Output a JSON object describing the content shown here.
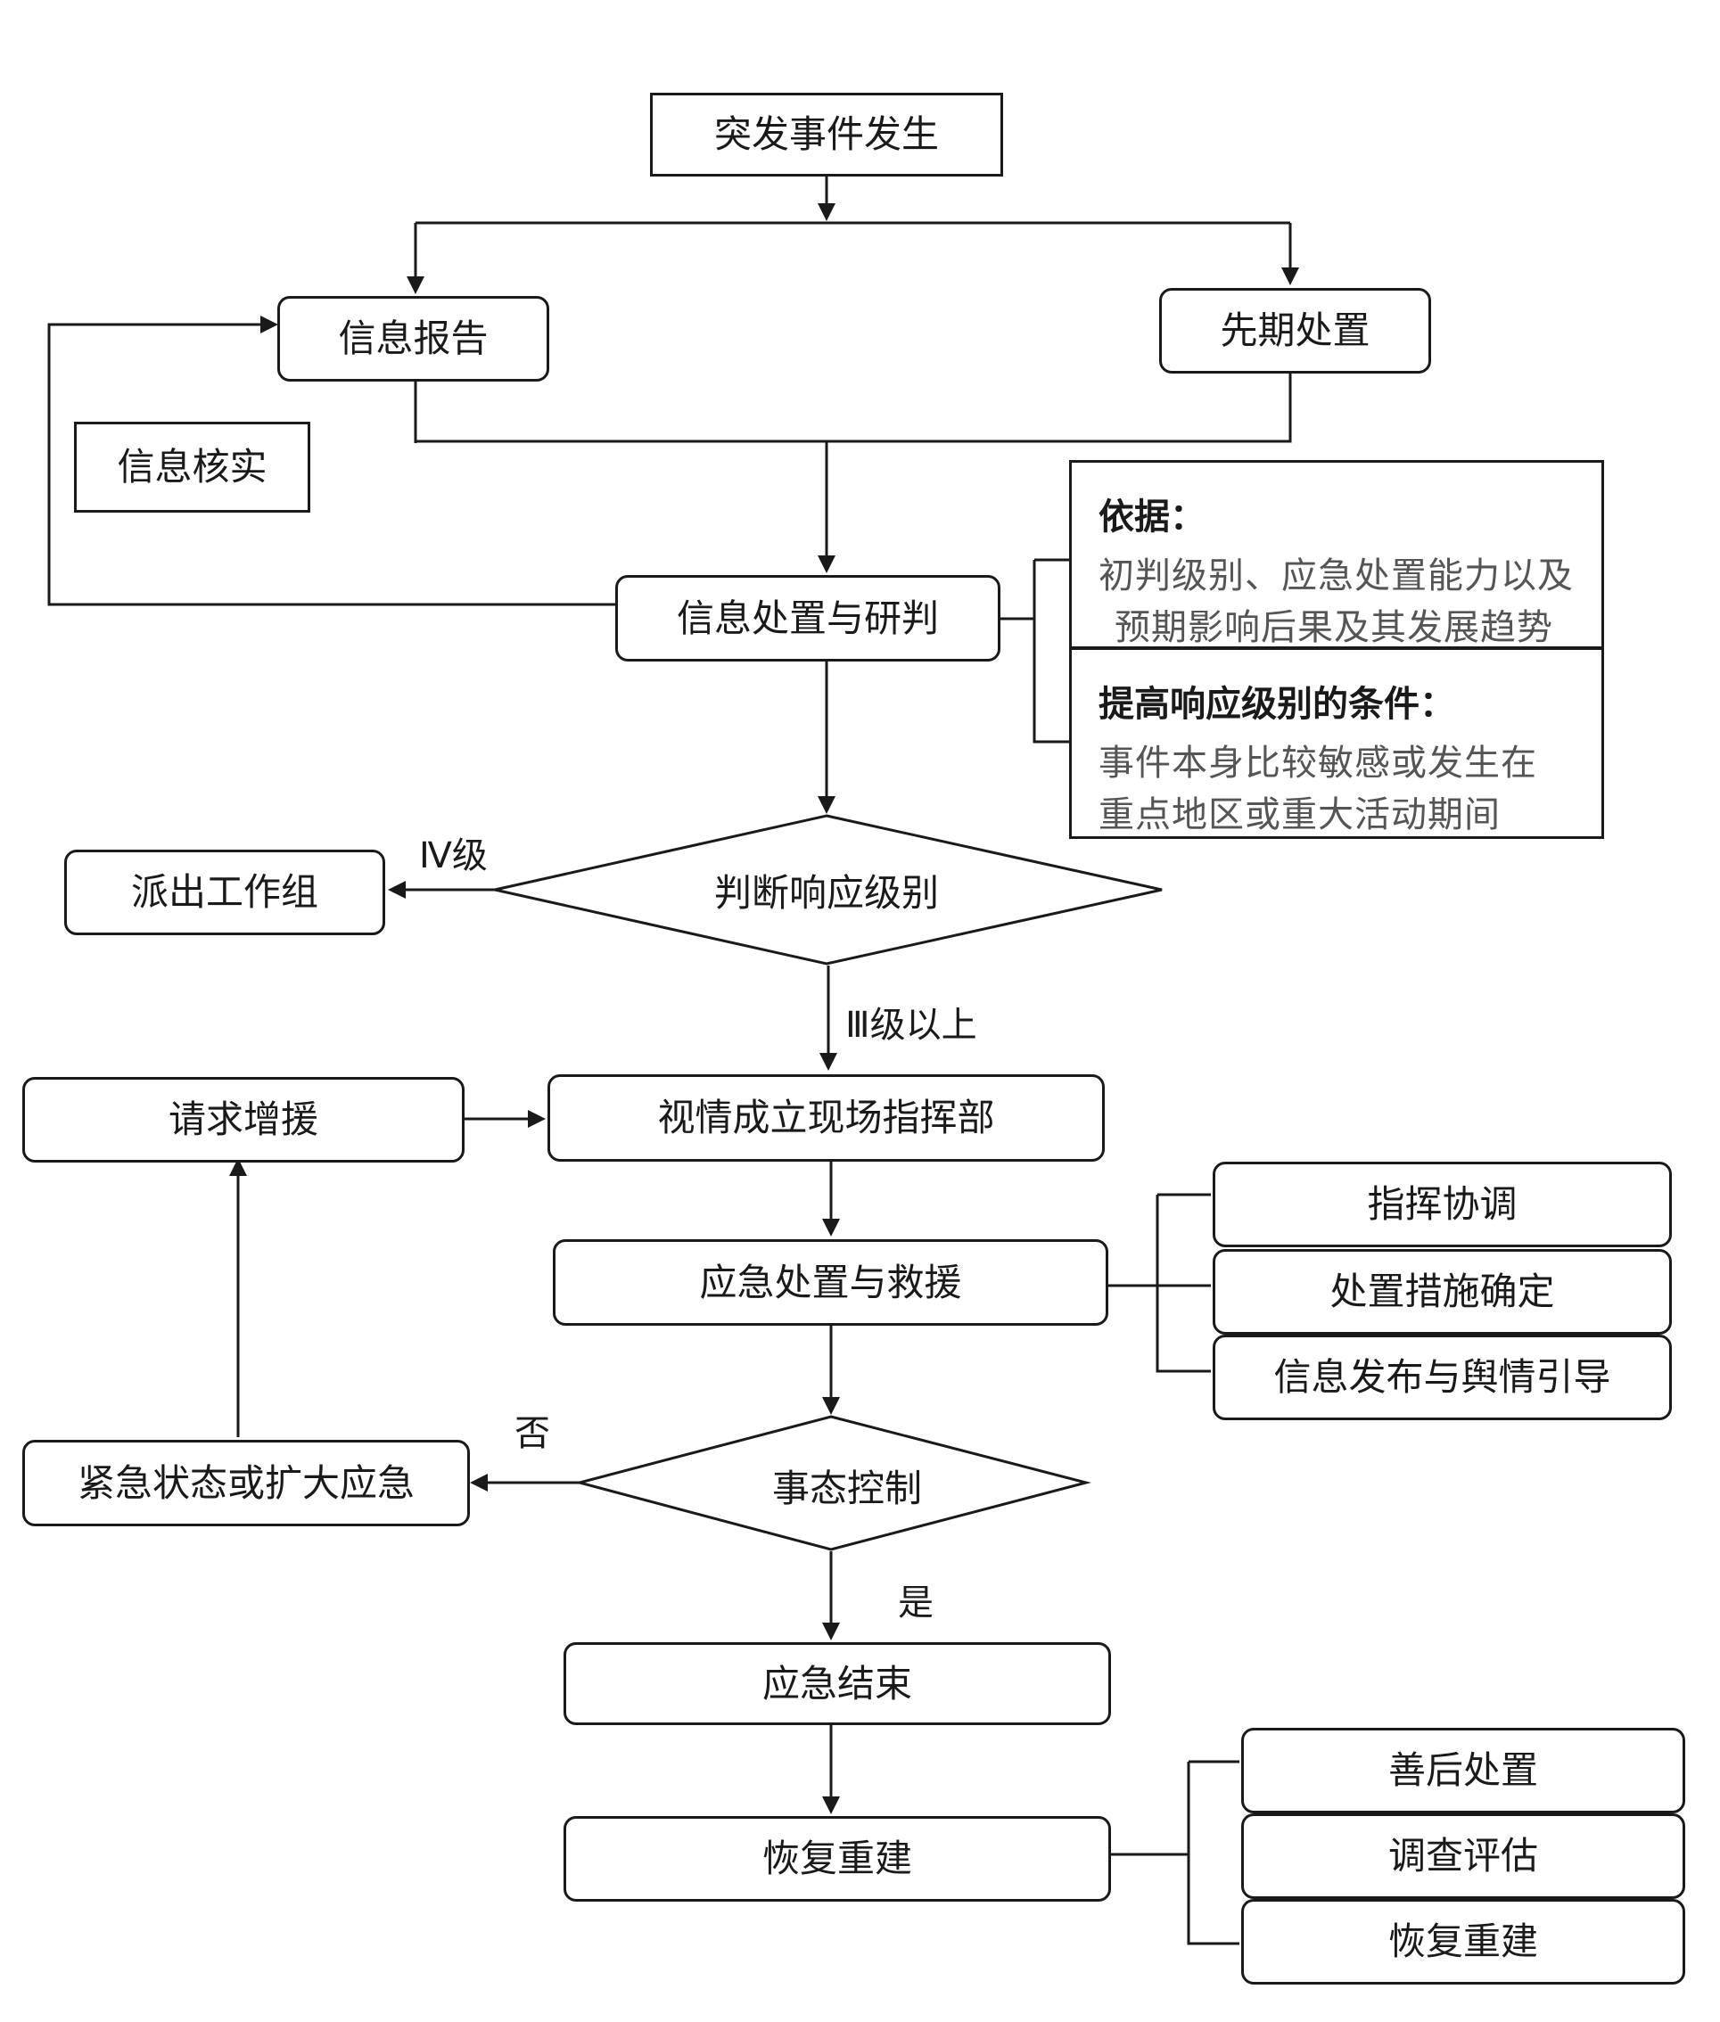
{
  "nodes": {
    "event_occurs": "突发事件发生",
    "info_report": "信息报告",
    "initial_handling": "先期处置",
    "info_verification": "信息核实",
    "info_processing": "信息处置与研判",
    "judge_level": "判断响应级别",
    "dispatch_team": "派出工作组",
    "setup_command": "视情成立现场指挥部",
    "request_support": "请求增援",
    "emergency_rescue": "应急处置与救援",
    "command_coordination": "指挥协调",
    "measures_determination": "处置措施确定",
    "info_release": "信息发布与舆情引导",
    "situation_control": "事态控制",
    "emergency_expand": "紧急状态或扩大应急",
    "emergency_end": "应急结束",
    "recovery_rebuild": "恢复重建",
    "aftermath": "善后处置",
    "investigation": "调查评估",
    "recovery_rebuild_sub": "恢复重建"
  },
  "info_panel": {
    "basis_title": "依据：",
    "basis_line1": "初判级别、应急处置能力以及",
    "basis_line2": "预期影响后果及其发展趋势",
    "upgrade_title": "提高响应级别的条件：",
    "upgrade_line1": "事件本身比较敏感或发生在",
    "upgrade_line2": "重点地区或重大活动期间"
  },
  "edge_labels": {
    "level_iv": "Ⅳ级",
    "level_iii_above": "Ⅲ级以上",
    "no": "否",
    "yes": "是"
  }
}
